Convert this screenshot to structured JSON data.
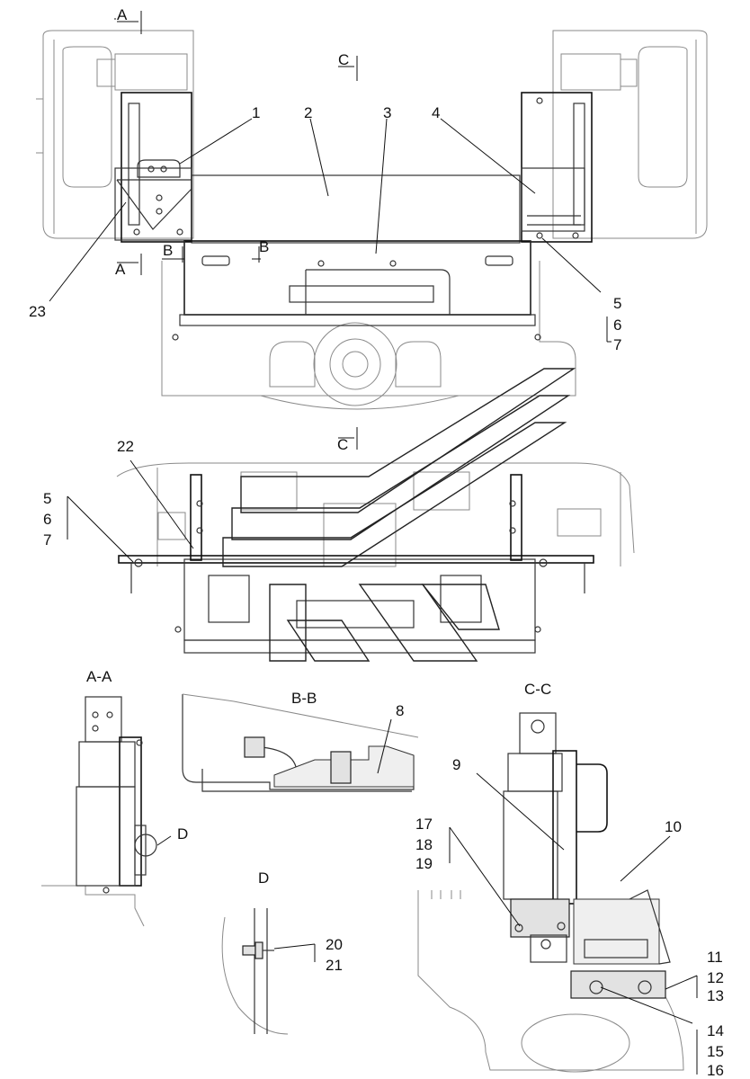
{
  "views": {
    "section_a": "A",
    "section_b": "B",
    "section_c": "C",
    "title_aa": "A-A",
    "title_bb": "B-B",
    "title_cc": "C-C",
    "title_d": "D",
    "detail_d": "D"
  },
  "callouts": {
    "p1": "1",
    "p2": "2",
    "p3": "3",
    "p4": "4",
    "p5a": "5",
    "p6a": "6",
    "p7a": "7",
    "p5b": "5",
    "p6b": "6",
    "p7b": "7",
    "p8": "8",
    "p9": "9",
    "p10": "10",
    "p11": "11",
    "p12": "12",
    "p13": "13",
    "p14": "14",
    "p15": "15",
    "p16": "16",
    "p17": "17",
    "p18": "18",
    "p19": "19",
    "p20": "20",
    "p21": "21",
    "p22": "22",
    "p23": "23"
  }
}
